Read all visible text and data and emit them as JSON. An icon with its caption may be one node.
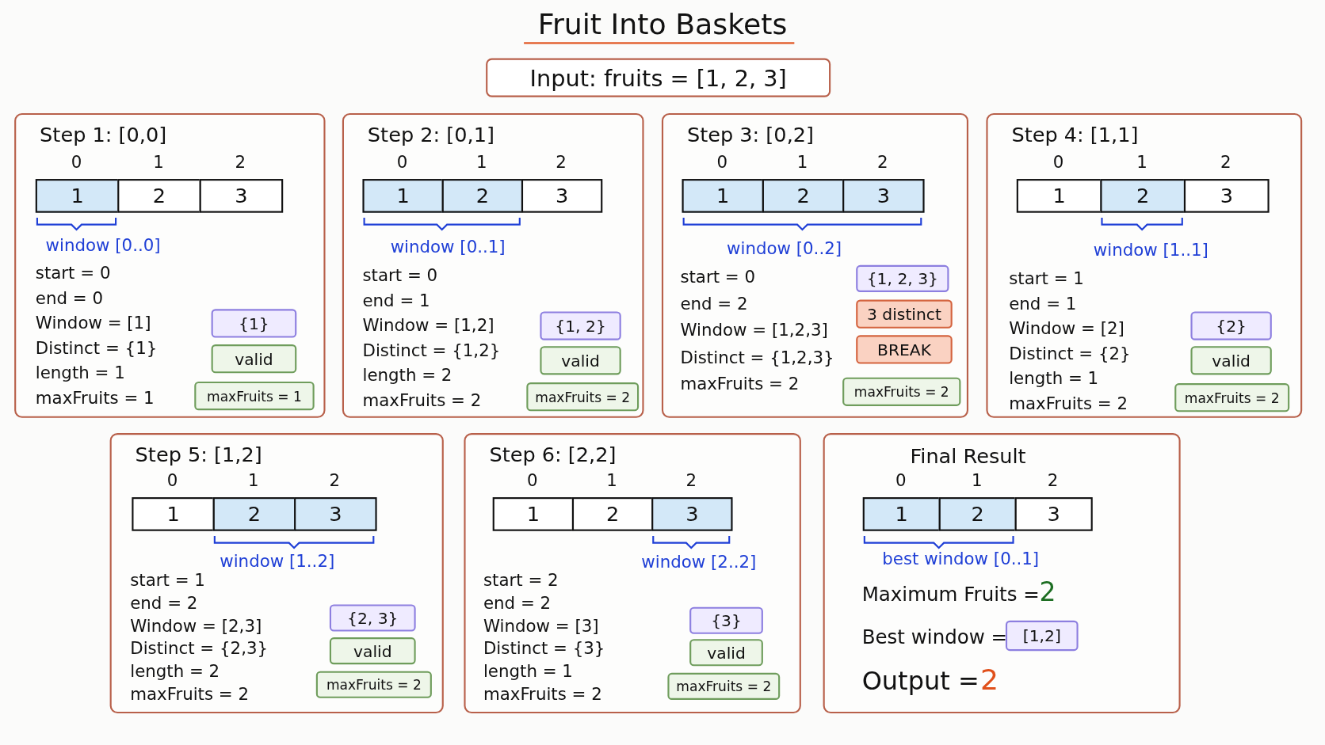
{
  "diagram": {
    "title": "Fruit Into Baskets",
    "nodes": [
      {
        "text": [
          "Input:  fruits = [1, 2, 3]"
        ]
      },
      {
        "text": [
          "Step 1: [0,0]",
          "0",
          "1",
          "2",
          "window [0..0]",
          "start = 0",
          "end = 0",
          "Window = [1]",
          "Distinct = {1}",
          "length = 1",
          "maxFruits = 1"
        ]
      },
      {
        "text": [
          "1"
        ],
        "in": 1
      },
      {
        "text": [
          "2"
        ],
        "in": 1
      },
      {
        "text": [
          "3"
        ],
        "in": 1
      },
      {
        "text": [
          "{1}"
        ],
        "in": 1
      },
      {
        "text": [
          "valid"
        ],
        "in": 1
      },
      {
        "text": [
          "maxFruits = 1"
        ],
        "in": 1
      },
      {
        "text": [
          "Step 2: [0,1]",
          "0",
          "1",
          "2",
          "window [0..1]",
          "start = 0",
          "end = 1",
          "Window = [1,2]",
          "Distinct = {1,2}",
          "length = 2",
          "maxFruits = 2"
        ]
      },
      {
        "text": [
          "1"
        ],
        "in": 8
      },
      {
        "text": [
          "2"
        ],
        "in": 8
      },
      {
        "text": [
          "3"
        ],
        "in": 8
      },
      {
        "text": [
          "{1, 2}"
        ],
        "in": 8
      },
      {
        "text": [
          "valid"
        ],
        "in": 8
      },
      {
        "text": [
          "maxFruits = 2"
        ],
        "in": 8
      },
      {
        "text": [
          "Step 3: [0,2]",
          "0",
          "1",
          "2",
          "window [0..2]",
          "start = 0",
          "end = 2",
          "Window = [1,2,3]",
          "Distinct = {1,2,3}",
          "maxFruits = 2"
        ]
      },
      {
        "text": [
          "1"
        ],
        "in": 15
      },
      {
        "text": [
          "2"
        ],
        "in": 15
      },
      {
        "text": [
          "3"
        ],
        "in": 15
      },
      {
        "text": [
          "{1, 2, 3}"
        ],
        "in": 15
      },
      {
        "text": [
          "3 distinct"
        ],
        "in": 15
      },
      {
        "text": [
          "BREAK"
        ],
        "in": 15
      },
      {
        "text": [
          "maxFruits = 2"
        ],
        "in": 15
      },
      {
        "text": [
          "Step 4: [1,1]",
          "0",
          "1",
          "2",
          "window [1..1]",
          "start = 1",
          "end = 1",
          "Window = [2]",
          "Distinct = {2}",
          "length = 1",
          "maxFruits = 2"
        ]
      },
      {
        "text": [
          "1"
        ],
        "in": 23
      },
      {
        "text": [
          "2"
        ],
        "in": 23
      },
      {
        "text": [
          "3"
        ],
        "in": 23
      },
      {
        "text": [
          "{2}"
        ],
        "in": 23
      },
      {
        "text": [
          "valid"
        ],
        "in": 23
      },
      {
        "text": [
          "maxFruits = 2"
        ],
        "in": 23
      },
      {
        "text": [
          "Step 5: [1,2]",
          "0",
          "1",
          "2",
          "window [1..2]",
          "start = 1",
          "end = 2",
          "Window = [2,3]",
          "Distinct = {2,3}",
          "length = 2",
          "maxFruits = 2"
        ]
      },
      {
        "text": [
          "1"
        ],
        "in": 30
      },
      {
        "text": [
          "2"
        ],
        "in": 30
      },
      {
        "text": [
          "3"
        ],
        "in": 30
      },
      {
        "text": [
          "{2, 3}"
        ],
        "in": 30
      },
      {
        "text": [
          "valid"
        ],
        "in": 30
      },
      {
        "text": [
          "maxFruits = 2"
        ],
        "in": 30
      },
      {
        "text": [
          "Step 6: [2,2]",
          "0",
          "1",
          "2",
          "window [2..2]",
          "start = 2",
          "end = 2",
          "Window = [3]",
          "Distinct = {3}",
          "length = 1",
          "maxFruits = 2"
        ]
      },
      {
        "text": [
          "1"
        ],
        "in": 37
      },
      {
        "text": [
          "2"
        ],
        "in": 37
      },
      {
        "text": [
          "3"
        ],
        "in": 37
      },
      {
        "text": [
          "{3}"
        ],
        "in": 37
      },
      {
        "text": [
          "valid"
        ],
        "in": 37
      },
      {
        "text": [
          "maxFruits = 2"
        ],
        "in": 37
      },
      {
        "text": [
          "Final Result",
          "0",
          "1",
          "2",
          "best window [0..1]",
          "Maximum Fruits =",
          "2",
          "Best window =",
          "Output =",
          "2"
        ]
      },
      {
        "text": [
          "1"
        ],
        "in": 44
      },
      {
        "text": [
          "2"
        ],
        "in": 44
      },
      {
        "text": [
          "3"
        ],
        "in": 44
      },
      {
        "text": [
          "[1,2]"
        ],
        "in": 44
      }
    ]
  }
}
